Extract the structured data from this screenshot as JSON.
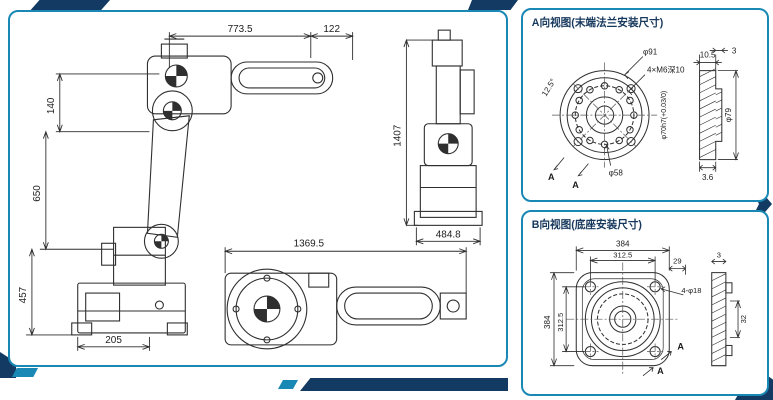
{
  "colors": {
    "panel_border": "#1988b4",
    "deco_navy": "#123a63",
    "line": "#2f2f2f"
  },
  "main_view": {
    "dims": {
      "reach": "773.5",
      "wrist_offset": "122",
      "upper": "140",
      "arm": "650",
      "base_height": "457",
      "base_width": "205",
      "total_height": "1407",
      "base_depth": "484.8",
      "total_length": "1369.5"
    }
  },
  "a_view": {
    "title": "A向视图(末端法兰安装尺寸)",
    "dims": {
      "bolt_circle": "φ91",
      "angle": "12.5°",
      "tapped_holes": "4×M6深10",
      "pilot": "φ70h7(+0.03/0)",
      "flange_od": "φ79",
      "inner": "φ58",
      "depth": "10.5",
      "lip": "3",
      "plate": "3.6",
      "section_label": "A"
    }
  },
  "b_view": {
    "title": "B向视图(底座安装尺寸)",
    "dims": {
      "width": "384",
      "bolt_spacing_x": "312.5",
      "height": "384",
      "bolt_spacing_y": "312.5",
      "edge": "29",
      "mount_holes": "4-φ18",
      "plate_t": "3",
      "boss": "32",
      "section_label": "A"
    }
  }
}
